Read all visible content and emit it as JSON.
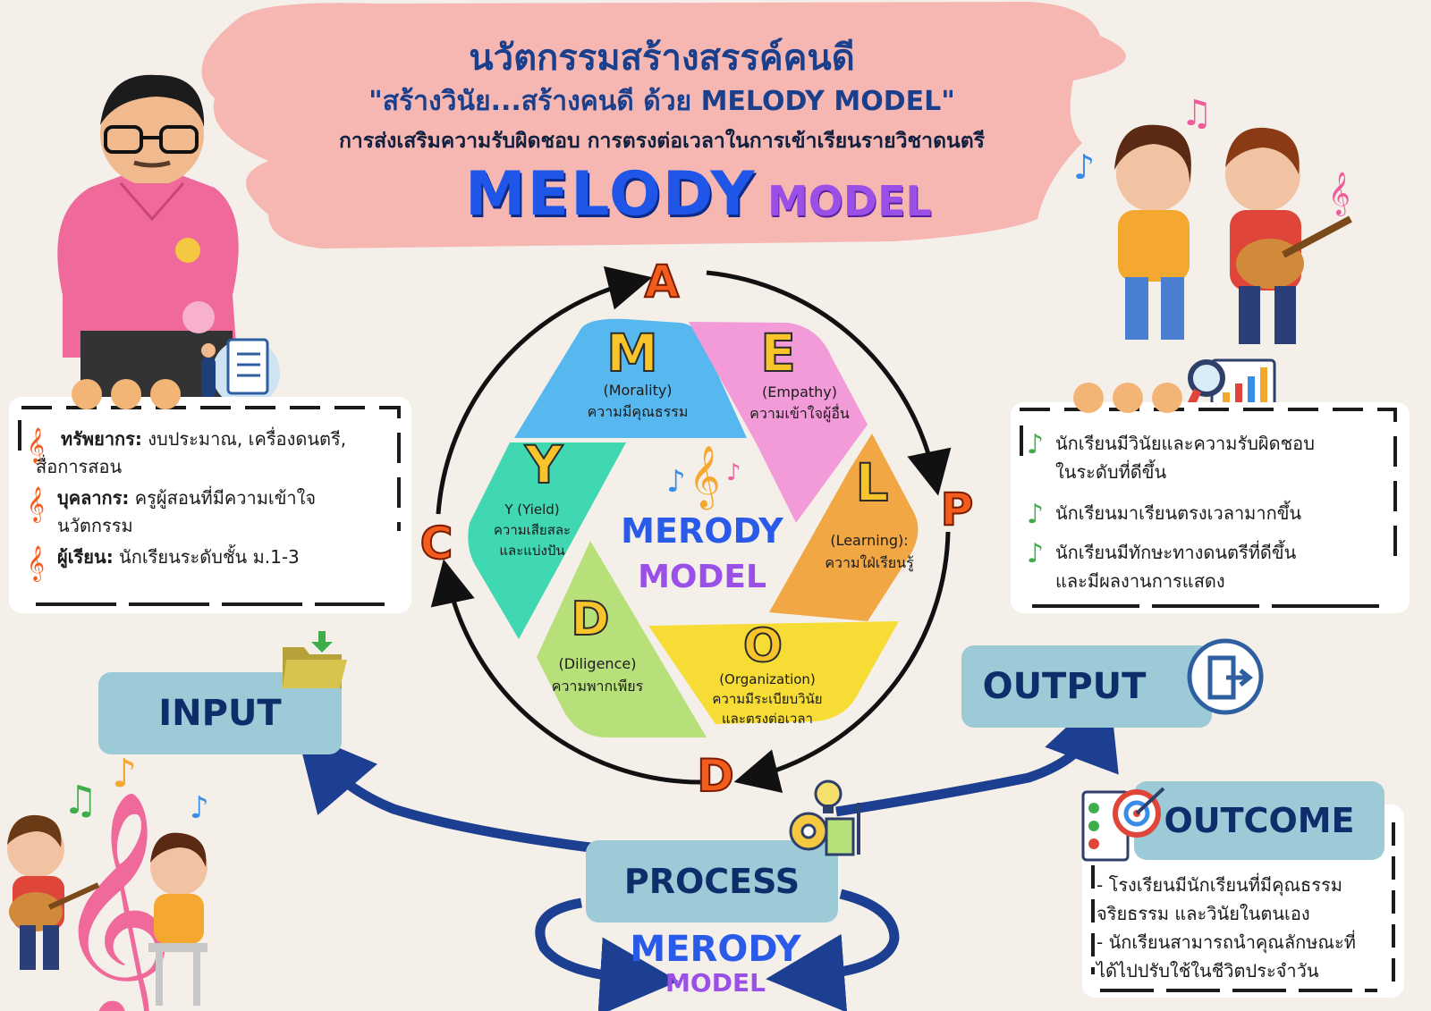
{
  "header": {
    "line1": "นวัตกรรมสร้างสรรค์คนดี",
    "line2": "\"สร้างวินัย...สร้างคนดี ด้วย MELODY MODEL\"",
    "line3": "การส่งเสริมความรับผิดชอบ การตรงต่อเวลาในการเข้าเรียนรายวิชาดนตรี",
    "brand_big": "MELODY",
    "brand_small": "MODEL"
  },
  "input_card": {
    "items": [
      {
        "key": "ทรัพยากร:",
        "text": " งบประมาณ, เครื่องดนตรี,",
        "text2": "สื่อการสอน"
      },
      {
        "key": "บุคลากร:",
        "text": " ครูผู้สอนที่มีความเข้าใจ",
        "text2": "นวัตกรรม"
      },
      {
        "key": "ผู้เรียน:",
        "text": " นักเรียนระดับชั้น ม.1-3",
        "text2": ""
      }
    ]
  },
  "output_card": {
    "items": [
      {
        "line1": "นักเรียนมีวินัยและความรับผิดชอบ",
        "line2": "ในระดับที่ดีขึ้น"
      },
      {
        "line1": "นักเรียนมาเรียนตรงเวลามากขึ้น",
        "line2": ""
      },
      {
        "line1": "นักเรียนมีทักษะทางดนตรีที่ดีขึ้น",
        "line2": "และมีผลงานการแสดง"
      }
    ]
  },
  "outcome_card": {
    "title": "OUTCOME",
    "lines": [
      "- โรงเรียนมีนักเรียนที่มีคุณธรรม",
      "จริยธรรม และวินัยในตนเอง",
      "- นักเรียนสามารถนำคุณลักษณะที่",
      "ได้ไปปรับใช้ในชีวิตประจำวัน"
    ]
  },
  "boxes": {
    "input": "INPUT",
    "output": "OUTPUT",
    "process": "PROCESS"
  },
  "cycle": {
    "letters": {
      "a": "A",
      "p": "P",
      "d": "D",
      "c": "C"
    },
    "center_big": "MERODY",
    "center_small": "MODEL",
    "segments": [
      {
        "letter": "M",
        "en": "(Morality)",
        "th": "ความมีคุณธรรม",
        "th2": ""
      },
      {
        "letter": "E",
        "en": "(Empathy)",
        "th": "ความเข้าใจผู้อื่น",
        "th2": ""
      },
      {
        "letter": "L",
        "en": "(Learning):",
        "th": "ความใฝ่เรียนรู้",
        "th2": ""
      },
      {
        "letter": "O",
        "en": "(Organization)",
        "th": "ความมีระเบียบวินัย",
        "th2": "และตรงต่อเวลา"
      },
      {
        "letter": "D",
        "en": "(Diligence)",
        "th": "ความพากเพียร",
        "th2": ""
      },
      {
        "letter": "Y",
        "en": "Y (Yield)",
        "th": "ความเสียสละ",
        "th2": "และแบ่งปัน"
      }
    ]
  },
  "bottom_brand": {
    "big": "MERODY",
    "small": "MODEL"
  },
  "colors": {
    "banner": "#f6b7b3",
    "navy": "#0d2d6b",
    "box": "#9ccbd7",
    "seg_m": "#57b8f0",
    "seg_e": "#f39ad8",
    "seg_l": "#f0a744",
    "seg_o": "#f7dc35",
    "seg_d": "#b8e07a",
    "seg_y": "#3fd8b3",
    "letter_orange": "#f25c1c"
  }
}
